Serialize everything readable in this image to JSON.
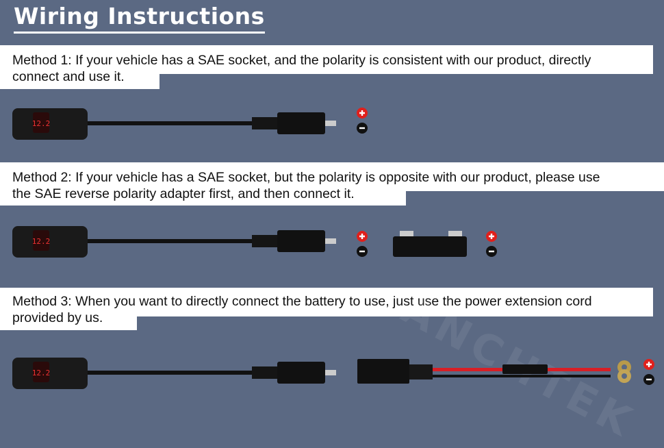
{
  "title": "Wiring Instructions",
  "methods": [
    {
      "line1": "Method 1: If your vehicle has a SAE socket, and the polarity is consistent with our product, directly",
      "line2": "connect and use it."
    },
    {
      "line1": "Method 2: If your vehicle has a SAE socket, but the polarity is opposite with our product, please use",
      "line2": "the SAE reverse polarity adapter first, and then connect it."
    },
    {
      "line1": "Method 3: When you want to directly connect the battery to use, just use the power extension cord",
      "line2": "provided by us."
    }
  ],
  "watermark": "ANCHTEK",
  "colors": {
    "background": "#5b6983",
    "positive": "#e0201c",
    "negative": "#111111",
    "red_wire": "#d81f26"
  },
  "icons": [
    "plus-icon",
    "minus-icon"
  ],
  "display_value": "12.2"
}
